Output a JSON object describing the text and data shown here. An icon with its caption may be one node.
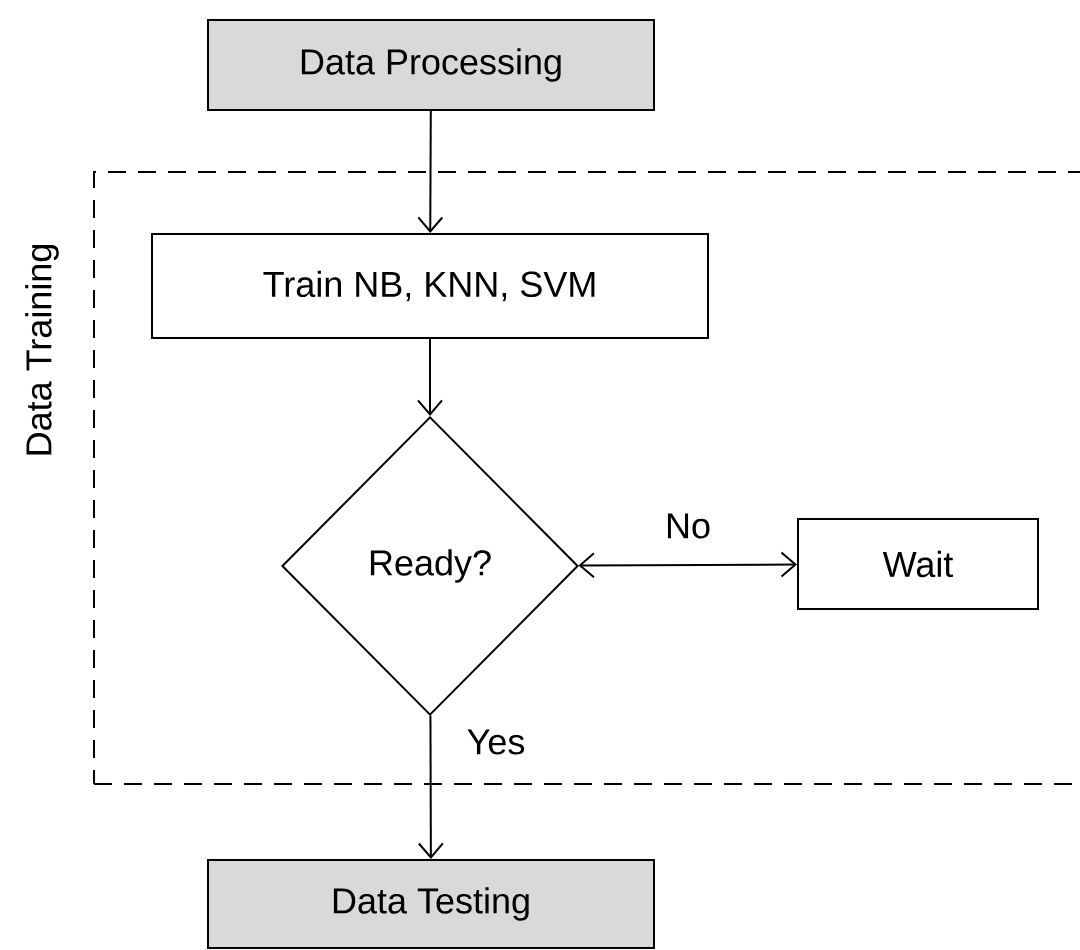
{
  "diagram": {
    "nodes": [
      {
        "text": [
          "Data Processing"
        ]
      },
      {
        "text": [
          "Data Training"
        ]
      },
      {
        "text": [
          "Train NB, KNN, SVM"
        ],
        "in": 1
      },
      {
        "text": [
          "Ready?"
        ],
        "in": 1
      },
      {
        "text": [
          "Wait"
        ],
        "in": 1
      },
      {
        "text": [
          "Data Testing"
        ]
      }
    ],
    "edges": [
      {
        "from": 0,
        "to": 2,
        "arrow": "to"
      },
      {
        "from": 2,
        "to": 3,
        "arrow": "to"
      },
      {
        "from": 3,
        "to": 4,
        "arrow": "both",
        "label": "No"
      },
      {
        "from": 3,
        "to": 5,
        "arrow": "to",
        "label": "Yes"
      }
    ]
  }
}
